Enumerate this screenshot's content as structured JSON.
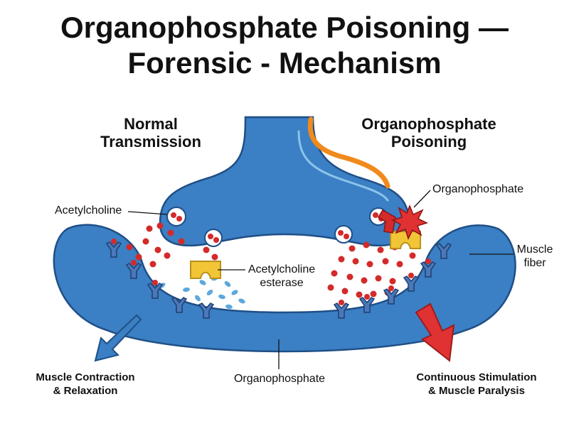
{
  "title_line1": "Organophosphate Poisoning —",
  "title_line2": "Forensic - Mechanism",
  "left_heading": [
    "Normal",
    "Transmission"
  ],
  "right_heading": [
    "Organophosphate",
    "Poisoning"
  ],
  "labels": {
    "acetylcholine": "Acetylcholine",
    "acetylcholinesterase": [
      "Acetylcholine",
      "esterase"
    ],
    "organophosphate_top": "Organophosphate",
    "muscle_fiber": [
      "Muscle",
      "fiber"
    ],
    "organophosphate_bottom": "Organophosphate"
  },
  "outcomes": {
    "left": [
      "Muscle Contraction",
      "& Relaxation"
    ],
    "right": [
      "Continuous Stimulation",
      "& Muscle Paralysis"
    ]
  },
  "colors": {
    "tissue_blue": "#3b7fc4",
    "outline": "#1f4f86",
    "neurotransmitter_red": "#d42a2a",
    "enzyme_yellow": "#f2c537",
    "organophosphate_orange": "#f08a1c",
    "arrow_red": "#e03232",
    "fragment_blue": "#5ba8dc"
  }
}
